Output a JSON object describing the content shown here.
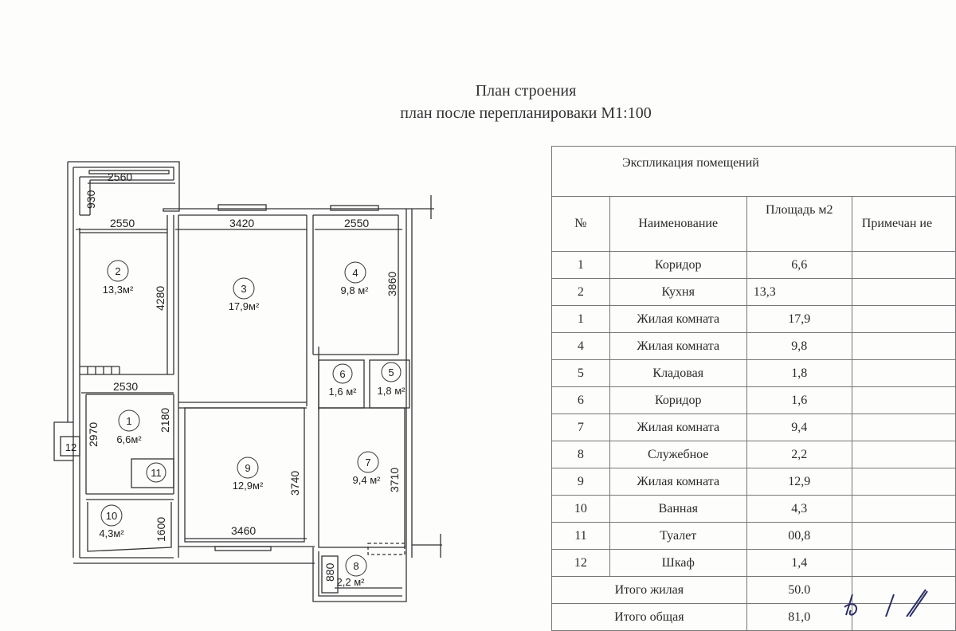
{
  "document": {
    "title": "План строения",
    "subtitle": "план после перепланироваки М1:100"
  },
  "plan": {
    "dimensions": {
      "d2560": "2560",
      "d930": "930",
      "d2550_top_left": "2550",
      "d3420": "3420",
      "d2550_top_right": "2550",
      "d4280": "4280",
      "d3860": "3860",
      "d2530": "2530",
      "d2180": "2180",
      "d2970": "2970",
      "d3740": "3740",
      "d3710": "3710",
      "d1600": "1600",
      "d3460": "3460",
      "d880": "880"
    },
    "rooms": [
      {
        "num": "1",
        "area": "6,6м²"
      },
      {
        "num": "2",
        "area": "13,3м²"
      },
      {
        "num": "3",
        "area": "17,9м²"
      },
      {
        "num": "4",
        "area": "9,8 м²"
      },
      {
        "num": "5",
        "area": "1,8 м²"
      },
      {
        "num": "6",
        "area": "1,6 м²"
      },
      {
        "num": "7",
        "area": "9,4 м²"
      },
      {
        "num": "8",
        "area": "2,2 м²"
      },
      {
        "num": "9",
        "area": "12,9м²"
      },
      {
        "num": "10",
        "area": "4,3м²"
      },
      {
        "num": "11",
        "area": ""
      },
      {
        "num": "12",
        "area": ""
      }
    ]
  },
  "explication": {
    "caption": "Экспликация  помещений",
    "headers": {
      "num": "№",
      "name": "Наименование",
      "area": "Площадь м2",
      "note": "Примечан ие"
    },
    "rows": [
      {
        "num": "1",
        "name": "Коридор",
        "area": "6,6"
      },
      {
        "num": "2",
        "name": "Кухня",
        "area": "13,3"
      },
      {
        "num": "1",
        "name": "Жилая комната",
        "area": "17,9"
      },
      {
        "num": "4",
        "name": "Жилая комната",
        "area": "9,8"
      },
      {
        "num": "5",
        "name": "Кладовая",
        "area": "1,8"
      },
      {
        "num": "6",
        "name": "Коридор",
        "area": "1,6"
      },
      {
        "num": "7",
        "name": "Жилая комната",
        "area": "9,4"
      },
      {
        "num": "8",
        "name": "Служебное",
        "area": "2,2"
      },
      {
        "num": "9",
        "name": "Жилая комната",
        "area": "12,9"
      },
      {
        "num": "10",
        "name": "Ванная",
        "area": "4,3"
      },
      {
        "num": "11",
        "name": "Туалет",
        "area": "00,8"
      },
      {
        "num": "12",
        "name": "Шкаф",
        "area": "1,4"
      }
    ],
    "totals": [
      {
        "label": "Итого жилая",
        "value": "50.0"
      },
      {
        "label": "Итого общая",
        "value": "81,0"
      }
    ]
  }
}
